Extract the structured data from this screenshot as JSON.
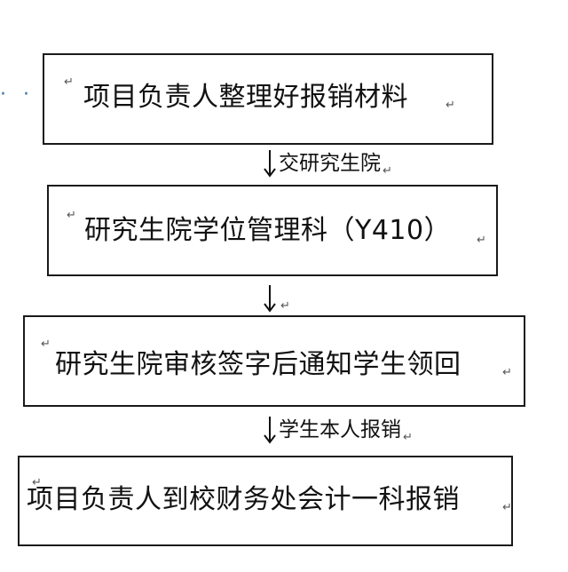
{
  "flow": {
    "return_mark": "↵",
    "leading_dots": "· · · ·",
    "steps": [
      {
        "label": "项目负责人整理好报销材料"
      },
      {
        "label": "研究生院学位管理科（Y410）"
      },
      {
        "label": "研究生院审核签字后通知学生领回"
      },
      {
        "label": "项目负责人到校财务处会计一科报销"
      }
    ],
    "connectors": [
      {
        "label": "交研究生院"
      },
      {
        "label": ""
      },
      {
        "label": "学生本人报销"
      }
    ]
  },
  "colors": {
    "border": "#1a1a1a",
    "text": "#111111",
    "mark": "#555555",
    "dots": "#3a6ea5"
  }
}
